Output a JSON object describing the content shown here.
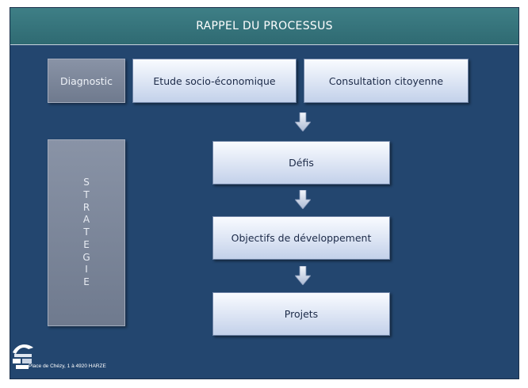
{
  "title": "RAPPEL DU PROCESSUS",
  "diagnostic": {
    "label": "Diagnostic",
    "etude": "Etude socio-économique",
    "consultation": "Consultation citoyenne"
  },
  "strategy_letters": [
    "S",
    "T",
    "R",
    "A",
    "T",
    "E",
    "G",
    "I",
    "E"
  ],
  "flow": {
    "defis": "Défis",
    "objectifs": "Objectifs de développement",
    "projets": "Projets"
  },
  "footer": {
    "address": "Place de Chézy, 1 à 4920 HARZE",
    "logo_icon": "municipal-logo"
  },
  "colors": {
    "background": "#23466f",
    "title_bar": "#3e7f86",
    "box_light": "#dde6f5",
    "box_grey": "#7c8699"
  }
}
